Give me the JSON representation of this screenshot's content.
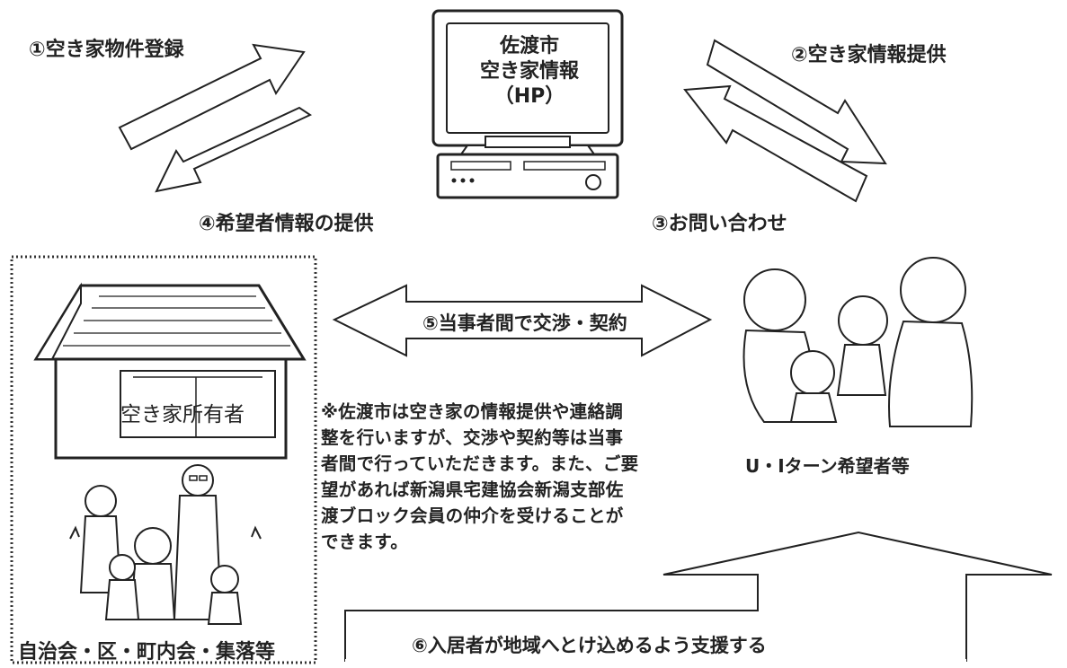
{
  "hp": {
    "line1": "佐渡市",
    "line2": "空き家情報",
    "line3": "（HP）"
  },
  "flows": {
    "step1": "①空き家物件登録",
    "step2": "②空き家情報提供",
    "step3": "③お問い合わせ",
    "step4": "④希望者情報の提供",
    "step5": "⑤当事者間で交渉・契約",
    "step6": "⑥入居者が地域へとけ込めるよう支援する"
  },
  "owner": {
    "label": "空き家所有者",
    "community": "自治会・区・町内会・集落等"
  },
  "applicant": {
    "label": "U・Iターン希望者等"
  },
  "note": {
    "lines": [
      "※佐渡市は空き家の情報提供や連絡調",
      "整を行いますが、交渉や契約等は当事",
      "者間で行っていただきます。また、ご要",
      "望があれば新潟県宅建協会新潟支部佐",
      "渡ブロック会員の仲介を受けることが",
      "できます。"
    ]
  }
}
